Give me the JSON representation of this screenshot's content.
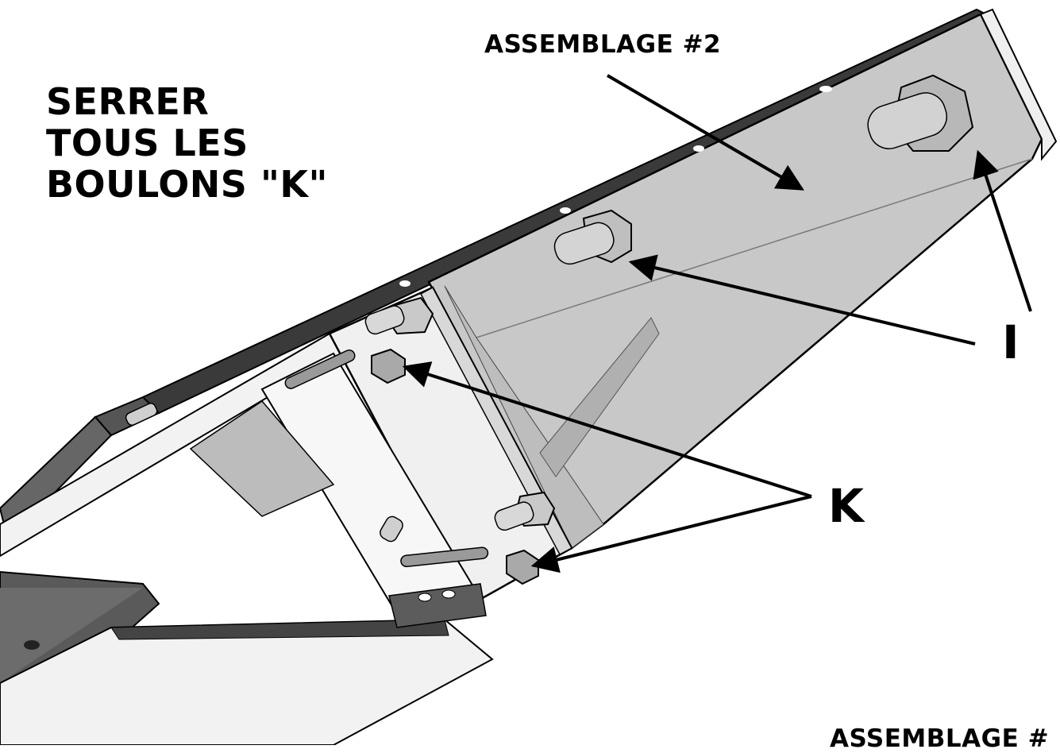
{
  "instruction": {
    "lines": [
      "SERRER",
      "TOUS LES",
      "BOULONS \"K\""
    ]
  },
  "labels": {
    "assembly_top": "ASSEMBLAGE #2",
    "assembly_bottom": "ASSEMBLAGE #",
    "bolt_i": "I",
    "bolt_k": "K"
  },
  "colors": {
    "background": "#ffffff",
    "ink": "#000000",
    "panel_gray": "#c6c6c6",
    "panel_light": "#ececec",
    "panel_dark": "#6a6a6a"
  }
}
